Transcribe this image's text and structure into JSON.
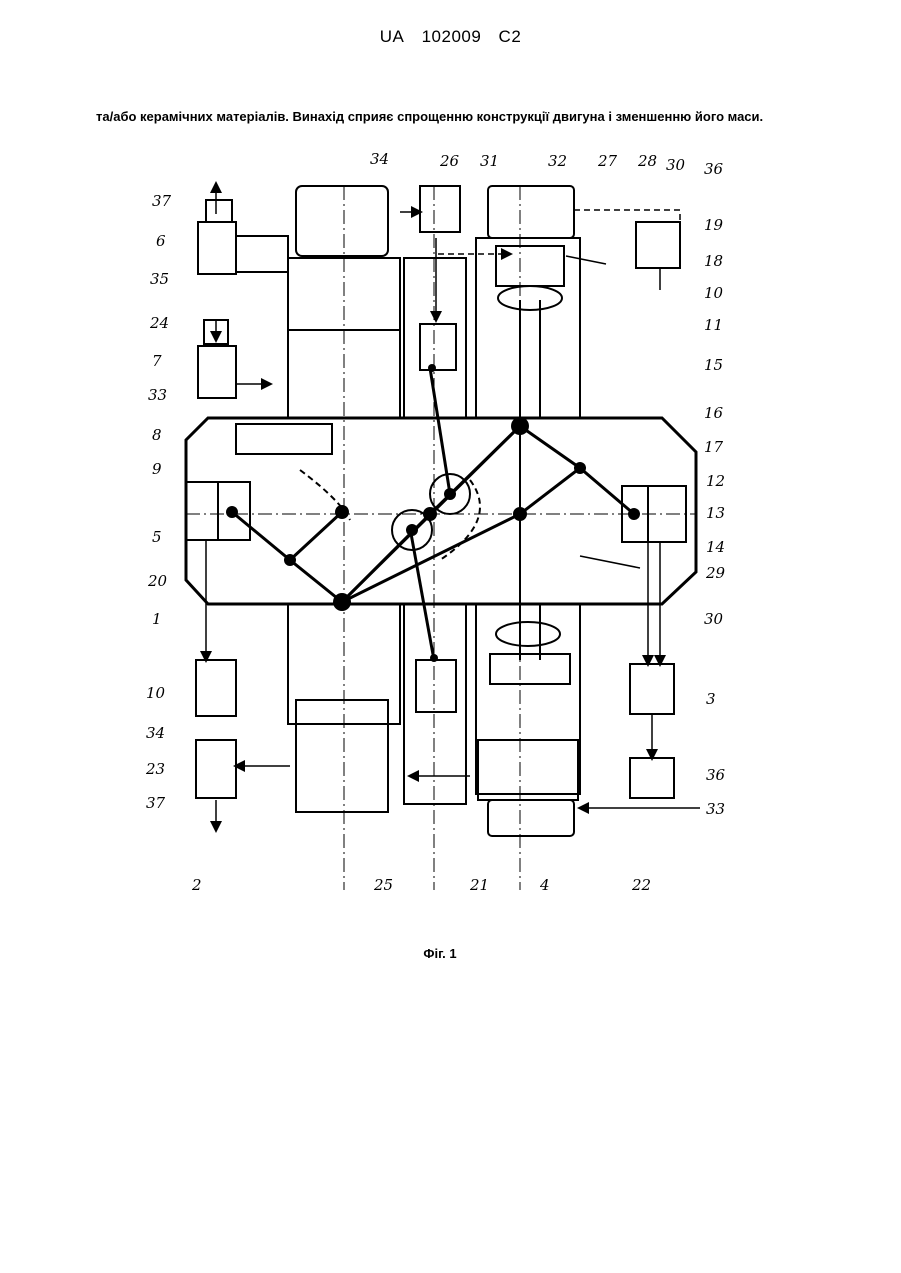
{
  "header": {
    "country": "UA",
    "number": "102009",
    "kind": "C2"
  },
  "paragraph": "та/або керамічних матеріалів. Винахід сприяє спрощенню конструкції двигуна і зменшенню його маси.",
  "figure": {
    "caption": "Фіг. 1",
    "labels": [
      "34",
      "26",
      "31",
      "32",
      "27",
      "28",
      "30",
      "36",
      "37",
      "6",
      "19",
      "18",
      "35",
      "10",
      "24",
      "11",
      "7",
      "15",
      "33",
      "16",
      "8",
      "17",
      "9",
      "12",
      "13",
      "5",
      "14",
      "20",
      "29",
      "1",
      "30",
      "10",
      "3",
      "34",
      "23",
      "36",
      "37",
      "33",
      "2",
      "25",
      "21",
      "4",
      "22"
    ]
  },
  "colors": {
    "ink": "#000000",
    "paper": "#ffffff"
  }
}
